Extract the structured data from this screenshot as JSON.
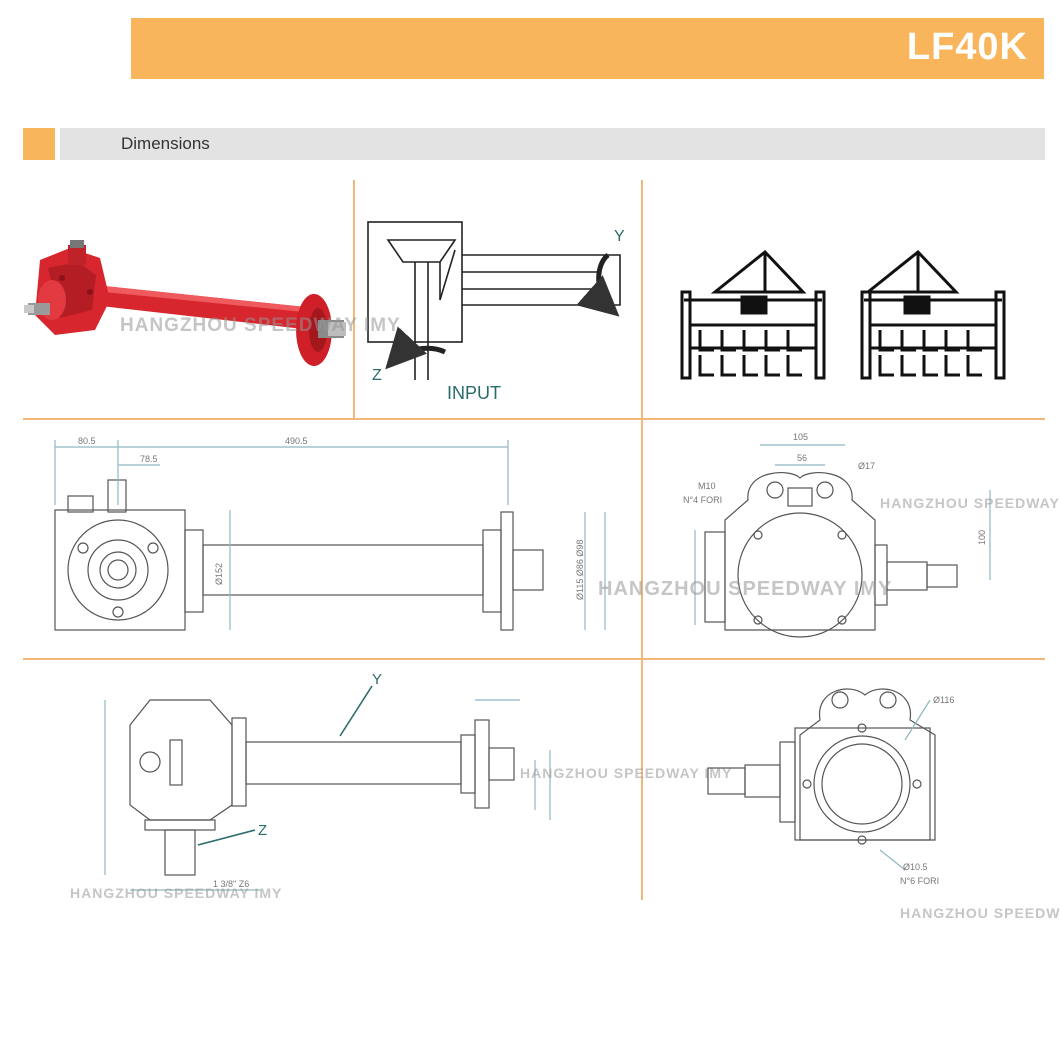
{
  "header": {
    "title": "LF40K"
  },
  "section": {
    "title": "Dimensions"
  },
  "watermark": {
    "text": "HANGZHOU SPEEDWAY IMY"
  },
  "diagram": {
    "input_label": "INPUT",
    "axis_y": "Y",
    "axis_z": "Z"
  },
  "front_view": {
    "dims": [
      "80.5",
      "490.5",
      "78.5",
      "Ø152",
      "Ø115 Ø86 Ø98"
    ]
  },
  "side_view": {
    "dims": [
      "105",
      "56",
      "Ø17",
      "M10",
      "N°4 FORI",
      "100"
    ]
  },
  "top_view": {
    "axis_y": "Y",
    "axis_z": "Z",
    "dims": [
      "1 3/8\" Z6"
    ]
  },
  "rear_view": {
    "dims": [
      "Ø116",
      "Ø10.5",
      "N°6 FORI"
    ]
  }
}
